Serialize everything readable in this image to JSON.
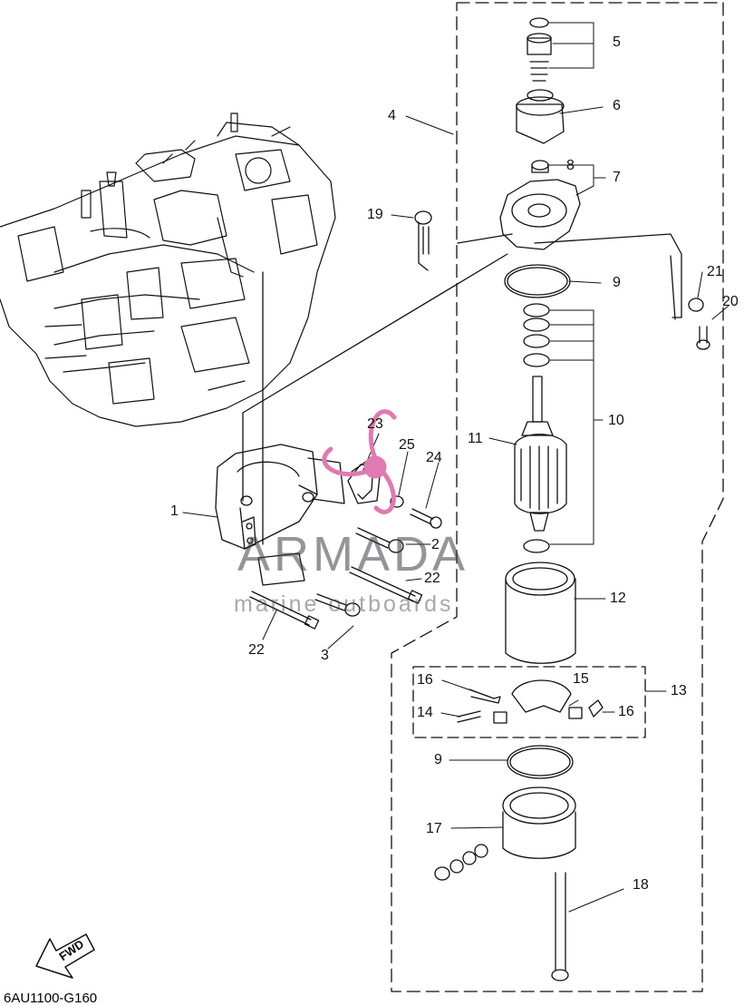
{
  "watermark": {
    "brand": "ARMADA",
    "tagline": "marine outboards",
    "color": "#e07ab0"
  },
  "fwd_label": "FWD",
  "diagram_code": "6AU1100-G160",
  "parts": {
    "p1": "1",
    "p2": "2",
    "p3": "3",
    "p4": "4",
    "p5": "5",
    "p6": "6",
    "p7": "7",
    "p8": "8",
    "p9a": "9",
    "p9b": "9",
    "p10": "10",
    "p11": "11",
    "p12": "12",
    "p13": "13",
    "p14": "14",
    "p15": "15",
    "p16a": "16",
    "p16b": "16",
    "p17": "17",
    "p18": "18",
    "p19": "19",
    "p20": "20",
    "p21": "21",
    "p22a": "22",
    "p22b": "22",
    "p23": "23",
    "p24": "24",
    "p25": "25"
  }
}
